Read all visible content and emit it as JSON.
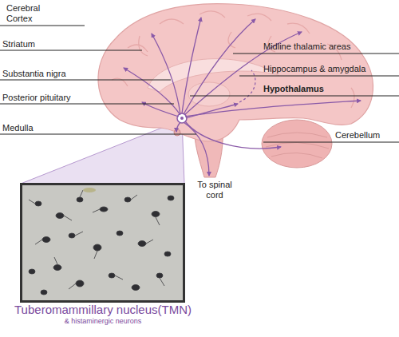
{
  "diagram": {
    "nodes": [
      {
        "text": [
          "Tuberomammillary nucleus(TMN)",
          "& histaminergic neurons"
        ]
      }
    ],
    "labels": [
      "Cerebral Cortex",
      "Striatum",
      "Substantia nigra",
      "Posterior pituitary",
      "Medulla",
      "Midline thalamic areas",
      "Hippocampus & amygdala",
      "Hypothalamus",
      "Cerebellum",
      "To spinal cord"
    ]
  }
}
